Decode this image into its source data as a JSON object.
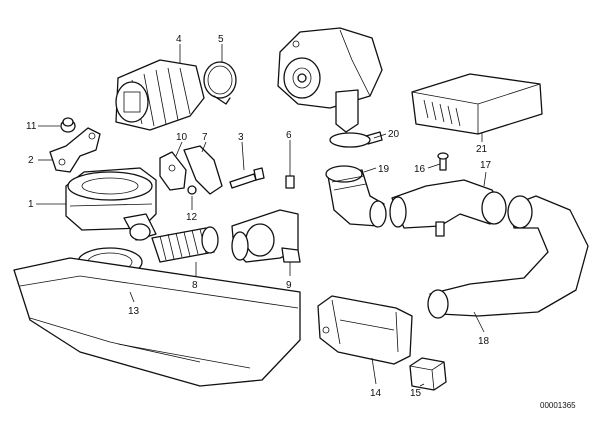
{
  "callouts": {
    "c1": "1",
    "c2": "2",
    "c3": "3",
    "c4": "4",
    "c5": "5",
    "c6": "6",
    "c7": "7",
    "c8": "8",
    "c9": "9",
    "c10": "10",
    "c11": "11",
    "c12": "12",
    "c13": "13",
    "c14": "14",
    "c15": "15",
    "c16": "16",
    "c17": "17",
    "c18": "18",
    "c19": "19",
    "c20": "20",
    "c21": "21"
  },
  "reference_number": "00001365"
}
